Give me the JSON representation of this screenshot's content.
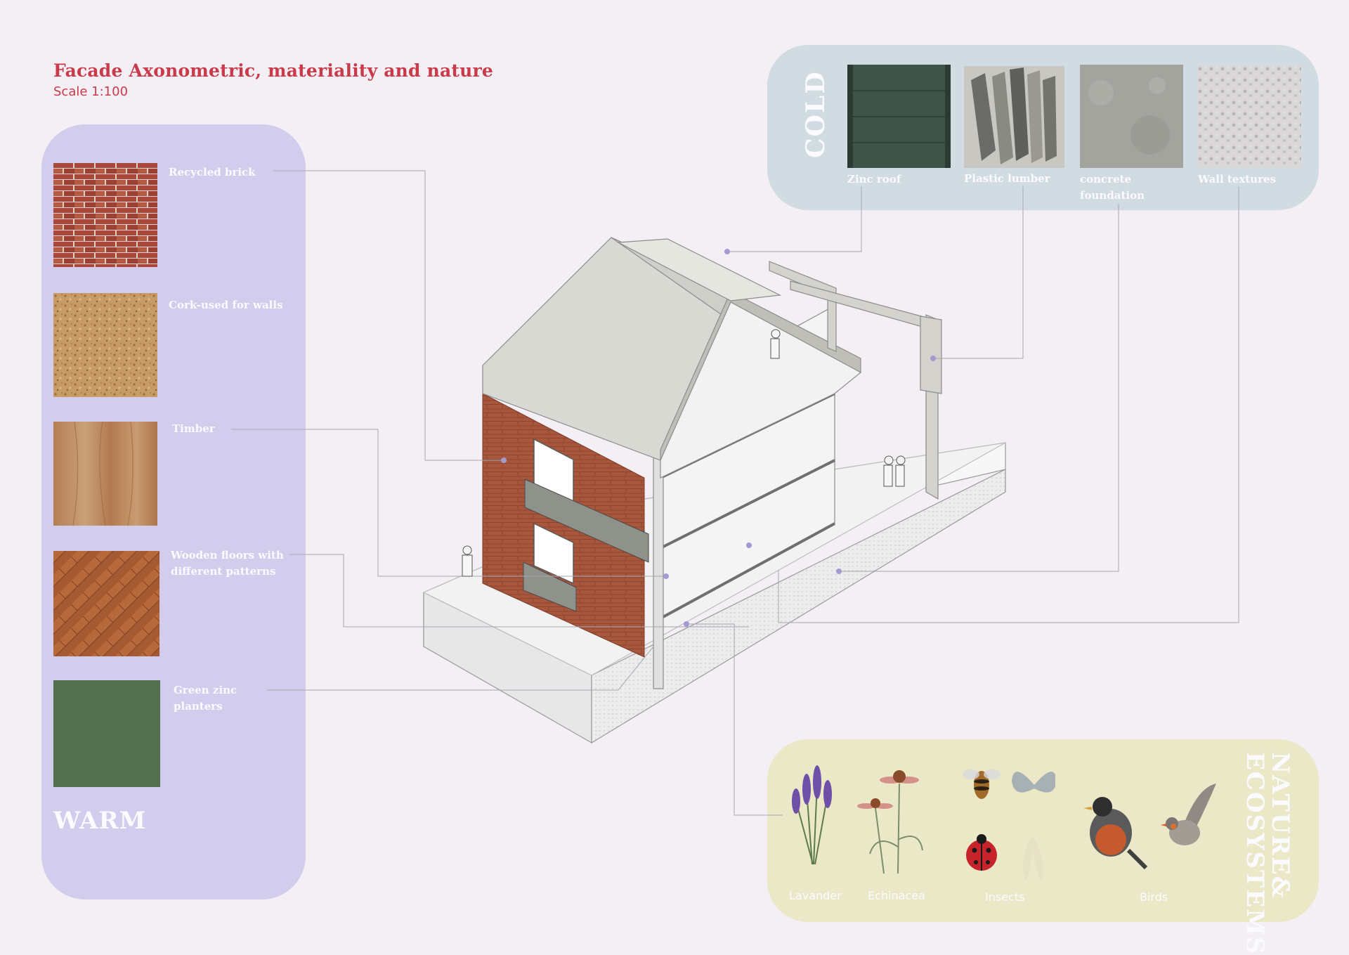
{
  "header": {
    "title": "Facade Axonometric, materiality and nature",
    "scale": "Scale 1:100"
  },
  "warm": {
    "heading": "WARM",
    "materials": [
      {
        "label": "Recycled brick"
      },
      {
        "label": "Cork-used for walls"
      },
      {
        "label": "Timber"
      },
      {
        "label": "Wooden floors with different patterns"
      },
      {
        "label": "Green zinc planters"
      }
    ]
  },
  "cold": {
    "heading": "COLD",
    "materials": [
      {
        "label": "Zinc roof"
      },
      {
        "label": "Plastic lumber"
      },
      {
        "label": "concrete foundation"
      },
      {
        "label": "Wall textures"
      }
    ]
  },
  "nature": {
    "heading": "NATURE& ECOSYSTEMS",
    "items": [
      {
        "label": "Lavander"
      },
      {
        "label": "Echinacea"
      },
      {
        "label": "Insects"
      },
      {
        "label": "Birds"
      }
    ]
  },
  "colors": {
    "title": "#c93a4a",
    "warm_panel": "#d2cdec",
    "cold_panel": "#d0dce1",
    "nature_panel": "#ebe8c8",
    "brick": "#a8563c",
    "green_zinc": "#4f6a4c"
  }
}
